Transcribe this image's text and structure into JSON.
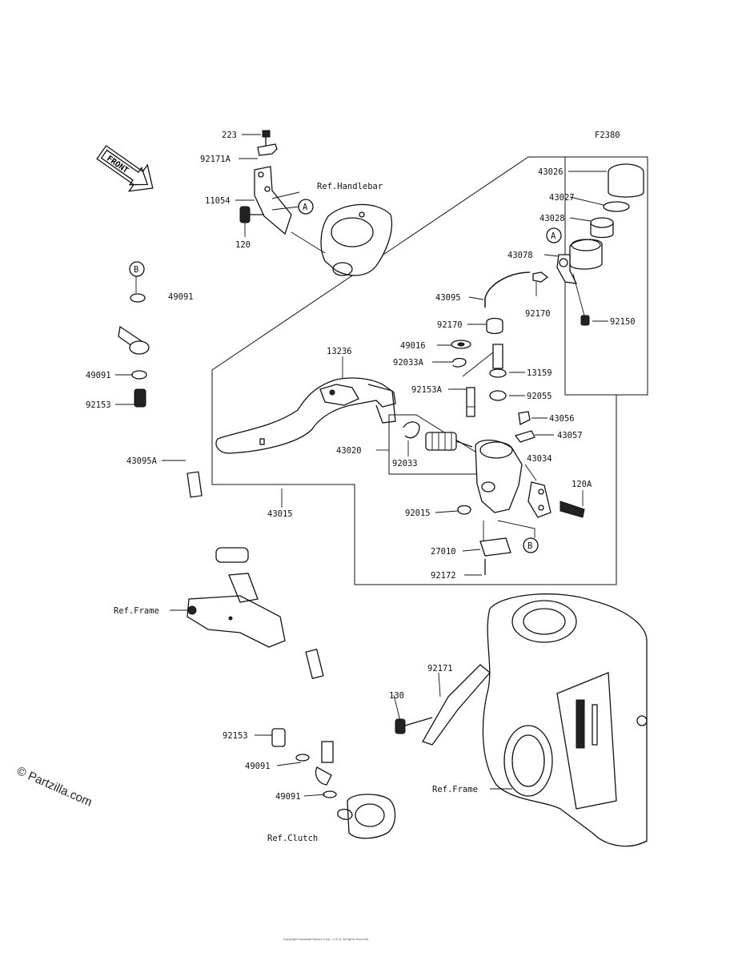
{
  "diagram": {
    "code": "F2380",
    "front_label": "FRONT",
    "watermark": "© Partzilla.com",
    "footer_text": "Copyright Kawasaki Motors Corp., U.S.A. All rights reserved.",
    "refs": {
      "handlebar": "Ref.Handlebar",
      "frame_top": "Ref.Frame",
      "frame_bottom": "Ref.Frame",
      "clutch": "Ref.Clutch"
    },
    "callouts": {
      "a1": "A",
      "a2": "A",
      "b1": "B",
      "b2": "B"
    },
    "parts": {
      "p223": "223",
      "p92171a": "92171A",
      "p11054": "11054",
      "p120": "120",
      "p49091_top": "49091",
      "p49091_l": "49091",
      "p92153_l": "92153",
      "p43095a": "43095A",
      "p43015": "43015",
      "p13236": "13236",
      "p43020": "43020",
      "p92033": "92033",
      "p43026": "43026",
      "p43027": "43027",
      "p43028": "43028",
      "p43078": "43078",
      "p43095": "43095",
      "p92170_a": "92170",
      "p92170_b": "92170",
      "p92150": "92150",
      "p49016": "49016",
      "p92033a": "92033A",
      "p13159": "13159",
      "p92153a": "92153A",
      "p92055": "92055",
      "p43056": "43056",
      "p43057": "43057",
      "p43034": "43034",
      "p120a": "120A",
      "p92015": "92015",
      "p27010": "27010",
      "p92172": "92172",
      "p92171": "92171",
      "p130": "130",
      "p92153_b": "92153",
      "p49091_b1": "49091",
      "p49091_b2": "49091"
    }
  }
}
